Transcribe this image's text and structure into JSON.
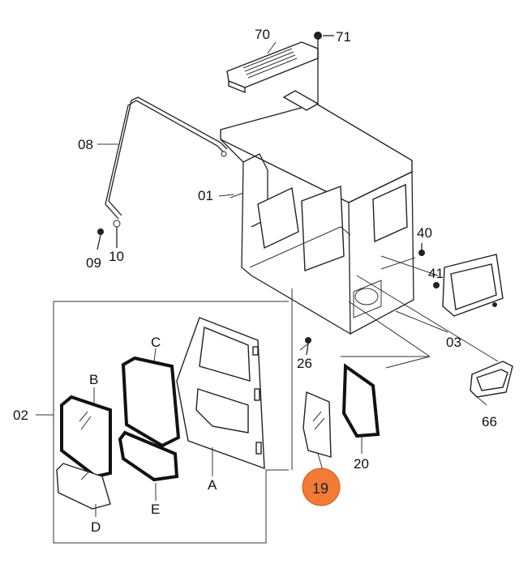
{
  "callouts": {
    "p70": "70",
    "p71": "71",
    "p08": "08",
    "p01": "01",
    "p09": "09",
    "p10": "10",
    "p40": "40",
    "p41": "41",
    "p03": "03",
    "p26": "26",
    "p66": "66",
    "p20": "20",
    "p19": "19",
    "p02": "02",
    "pA": "A",
    "pB": "B",
    "pC": "C",
    "pD": "D",
    "pE": "E"
  },
  "highlight": {
    "part": "19",
    "color": "#f47a38"
  }
}
